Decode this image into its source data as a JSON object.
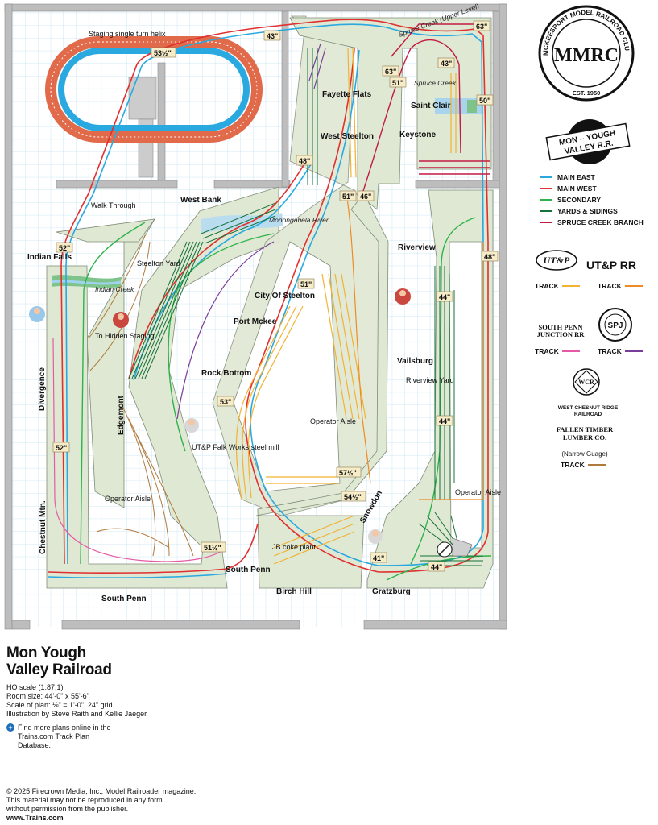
{
  "labels": {
    "staging_helix": "Staging single turn helix",
    "walk_through": "Walk Through",
    "west_bank": "West Bank",
    "indian_falls": "Indian Falls",
    "indian_creek": "Indian Creek",
    "steelton_yard": "Steelton Yard",
    "to_hidden_staging": "To Hidden Staging",
    "divergence": "Divergence",
    "edgemont": "Edgemont",
    "rock_bottom": "Rock Bottom",
    "city_of_steelton": "City Of Steelton",
    "monongahela_river": "Monongahela River",
    "port_mckee": "Port Mckee",
    "fayette_flats": "Fayette Flats",
    "west_steelton": "West Steelton",
    "saint_clair": "Saint Clair",
    "keystone": "Keystone",
    "spruce_creek": "Spruce Creek",
    "spruce_creek_upper": "Spruce Creek (Upper Level)",
    "riverview": "Riverview",
    "riverview_yard": "Riverview Yard",
    "vailsburg": "Vailsburg",
    "utp_falk": "UT&P Falk Works steel mill",
    "operator_aisle": "Operator Aisle",
    "chestnut_mtn": "Chestnut Mtn.",
    "south_penn": "South Penn",
    "birch_hill": "Birch Hill",
    "jb_coke": "JB coke plant",
    "snowdon": "Snowdon",
    "gratzburg": "Gratzburg"
  },
  "heights": {
    "h43a": "43\"",
    "h53half": "53½\"",
    "h63a": "63\"",
    "h63b": "63\"",
    "h43b": "43\"",
    "h51a": "51\"",
    "h50": "50\"",
    "h48a": "48\"",
    "h51b": "51\"",
    "h46": "46\"",
    "h52a": "52\"",
    "h48b": "48\"",
    "h51c": "51\"",
    "h44a": "44\"",
    "h53": "53\"",
    "h44b": "44\"",
    "h52b": "52\"",
    "h57half": "57½\"",
    "h54half": "54½\"",
    "h51half": "51½\"",
    "h41": "41\"",
    "h44c": "44\""
  },
  "title": {
    "line1": "Mon Yough",
    "line2": "Valley Railroad",
    "info": [
      "HO scale (1:87.1)",
      "Room size: 44'-0\" x 55'-6\"",
      "Scale of plan: ⅛\" = 1'-0\", 24\" grid",
      "Illustration by Steve Raith and Kellie Jaeger"
    ],
    "more": "Find more plans online in the Trains.com Track Plan Database."
  },
  "copyright": {
    "lines": [
      "© 2025 Firecrown Media, Inc., Model Railroader magazine.",
      "This material may not be reproduced in any form",
      "without permission from the publisher."
    ],
    "url": "www.Trains.com"
  },
  "logos": {
    "club_top": "MCKEESPORT MODEL RAILROAD CLUB",
    "club_mono": "MMRC",
    "club_est": "EST. 1950",
    "myv_line1": "MON – YOUGH",
    "myv_line2": "VALLEY R.R.",
    "utp_logo": "UT&P",
    "spj_logo": "SPJ",
    "wcr_logo": "WCR"
  },
  "legend": [
    {
      "label": "MAIN EAST",
      "color": "#29a9e0"
    },
    {
      "label": "MAIN WEST",
      "color": "#e0302f"
    },
    {
      "label": "SECONDARY",
      "color": "#2db34a"
    },
    {
      "label": "YARDS & SIDINGS",
      "color": "#16723a"
    },
    {
      "label": "SPRUCE CREEK BRANCH",
      "color": "#c21a42"
    }
  ],
  "railroads": {
    "utp_track": "TRACK",
    "utp_rr": "UT&P RR",
    "utp_rr_track": "TRACK",
    "spj": "SOUTH PENN JUNCTION RR",
    "spj_track": "TRACK",
    "steel_city_track": "TRACK",
    "wcr": "WEST CHESNUT RIDGE RAILROAD",
    "fallen": "FALLEN TIMBER LUMBER CO.",
    "narrow": "(Narrow Guage)",
    "fallen_track": "TRACK"
  },
  "colors": {
    "main_east": "#29a9e0",
    "main_west": "#e0302f",
    "secondary": "#2db34a",
    "yards": "#16723a",
    "spruce": "#c21a42",
    "utp_yellow": "#f2b233",
    "utp_orange": "#f08a24",
    "spj_pink": "#e65aa5",
    "steel_purple": "#7a3d9a",
    "fallen_brown": "#b07a3c",
    "benchwork": "#dfe8d3",
    "grid": "#bfe2f3",
    "wall": "#bdbdbd"
  }
}
